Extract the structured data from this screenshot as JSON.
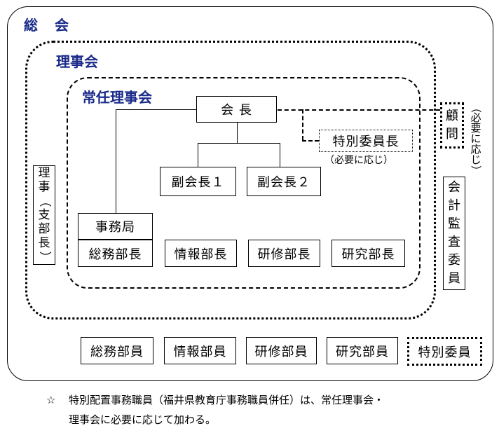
{
  "general_assembly": "総　会",
  "board_of_directors": "理事会",
  "standing_board": "常任理事会",
  "president": "会 長",
  "vice_president_1": "副会長１",
  "vice_president_2": "副会長２",
  "secretariat": "事務局",
  "department_heads": [
    "総務部長",
    "情報部長",
    "研修部長",
    "研究部長"
  ],
  "special_committee_chair": "特別委員長",
  "special_committee_chair_note": "（必要に応じ）",
  "advisor": [
    "顧",
    "問"
  ],
  "advisor_note": [
    "（",
    "必",
    "要",
    "に",
    "応",
    "じ",
    "）"
  ],
  "branch_director": [
    "理",
    "事",
    "（",
    "支",
    "部",
    "長",
    "）"
  ],
  "auditor": [
    "会",
    "計",
    "監",
    "査",
    "委",
    "員"
  ],
  "department_members": [
    "総務部員",
    "情報部員",
    "研修部員",
    "研究部員"
  ],
  "special_committee_member": "特別委員",
  "footnote": {
    "symbol": "☆",
    "line1": "特別配置事務職員（福井県教育庁事務職員併任）は、常任理事会・",
    "line2": "理事会に必要に応じて加わる。"
  }
}
